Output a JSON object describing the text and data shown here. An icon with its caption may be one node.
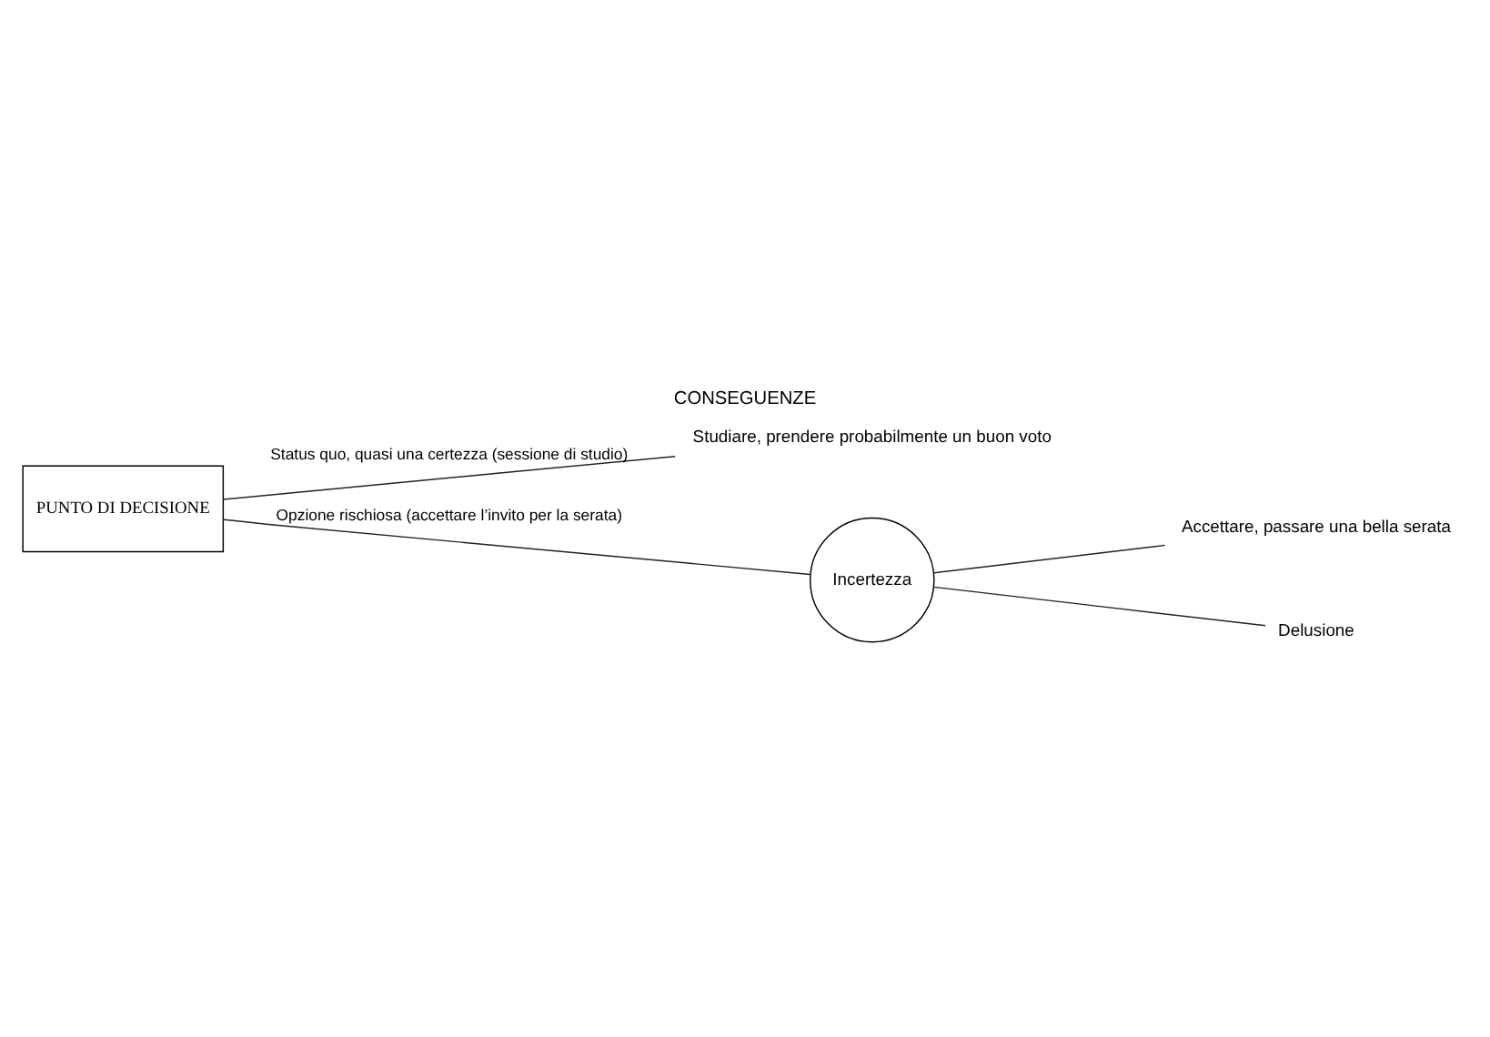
{
  "diagram": {
    "title": "CONSEGUENZE",
    "nodes": [
      {
        "text": [
          "PUNTO DI DECISIONE"
        ]
      },
      {
        "text": [
          "Studiare, prendere probabilmente un buon voto"
        ]
      },
      {
        "text": [
          "Incertezza"
        ]
      },
      {
        "text": [
          "Accettare, passare una bella serata"
        ]
      },
      {
        "text": [
          "Delusione"
        ]
      }
    ],
    "edges": [
      {
        "from": 0,
        "to": 1,
        "arrow": "none",
        "label": "Status quo, quasi una certezza (sessione di studio)"
      },
      {
        "from": 0,
        "to": 2,
        "arrow": "none",
        "label": "Opzione rischiosa (accettare l’invito per la serata)"
      },
      {
        "from": 2,
        "to": 3,
        "arrow": "none"
      },
      {
        "from": 2,
        "to": 4,
        "arrow": "none"
      }
    ]
  }
}
